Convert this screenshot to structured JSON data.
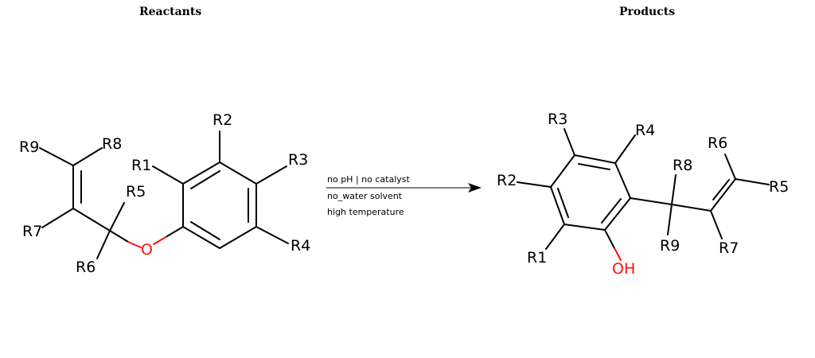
{
  "headings": {
    "reactants": "Reactants",
    "products": "Products"
  },
  "reaction": {
    "conditions": [
      "no pH | no catalyst",
      "no_water solvent",
      "high temperature"
    ]
  },
  "reactant": {
    "labels": {
      "R1": "R1",
      "R2": "R2",
      "R3": "R3",
      "R4": "R4",
      "R5": "R5",
      "R6": "R6",
      "R7": "R7",
      "R8": "R8",
      "R9": "R9",
      "O": "O"
    }
  },
  "product": {
    "labels": {
      "R1": "R1",
      "R2": "R2",
      "R3": "R3",
      "R4": "R4",
      "R5": "R5",
      "R6": "R6",
      "R7": "R7",
      "R8": "R8",
      "R9": "R9",
      "OH": "OH"
    }
  },
  "colors": {
    "oxygen": "#ff0d0d",
    "bond": "#000000"
  }
}
